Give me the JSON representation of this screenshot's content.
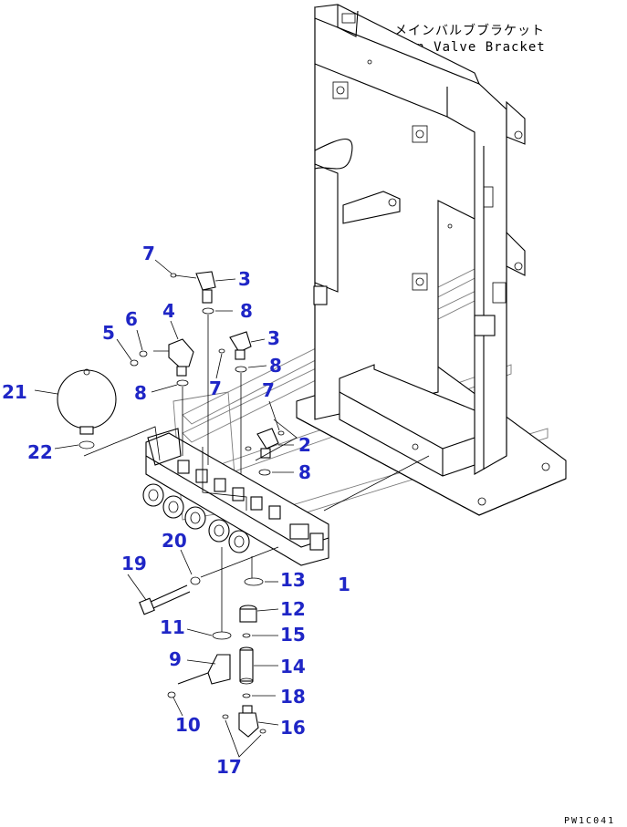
{
  "header": {
    "title_jp": "メインバルブブラケット",
    "title_en": "Main Valve Bracket"
  },
  "footer": {
    "code": "PW1C041"
  },
  "callouts": [
    {
      "num": "1",
      "part": "main-valve-assembly"
    },
    {
      "num": "2",
      "part": "elbow-fitting"
    },
    {
      "num": "3",
      "part": "elbow-fitting-top"
    },
    {
      "num": "3",
      "part": "elbow-fitting-mid"
    },
    {
      "num": "4",
      "part": "elbow-fitting-large"
    },
    {
      "num": "5",
      "part": "o-ring"
    },
    {
      "num": "6",
      "part": "o-ring"
    },
    {
      "num": "7",
      "part": "o-ring-top"
    },
    {
      "num": "7",
      "part": "o-ring-mid-left"
    },
    {
      "num": "7",
      "part": "o-ring-mid-right"
    },
    {
      "num": "8",
      "part": "o-ring-1"
    },
    {
      "num": "8",
      "part": "o-ring-2"
    },
    {
      "num": "8",
      "part": "o-ring-3"
    },
    {
      "num": "8",
      "part": "o-ring-4"
    },
    {
      "num": "9",
      "part": "elbow-lower"
    },
    {
      "num": "10",
      "part": "o-ring-lower"
    },
    {
      "num": "11",
      "part": "o-ring-large"
    },
    {
      "num": "12",
      "part": "plug"
    },
    {
      "num": "13",
      "part": "o-ring-13"
    },
    {
      "num": "14",
      "part": "connector"
    },
    {
      "num": "15",
      "part": "o-ring-15"
    },
    {
      "num": "16",
      "part": "tee-fitting"
    },
    {
      "num": "17",
      "part": "o-rings-17"
    },
    {
      "num": "18",
      "part": "o-ring-18"
    },
    {
      "num": "19",
      "part": "bolt"
    },
    {
      "num": "20",
      "part": "washer"
    },
    {
      "num": "21",
      "part": "accumulator"
    },
    {
      "num": "22",
      "part": "o-ring-22"
    }
  ]
}
